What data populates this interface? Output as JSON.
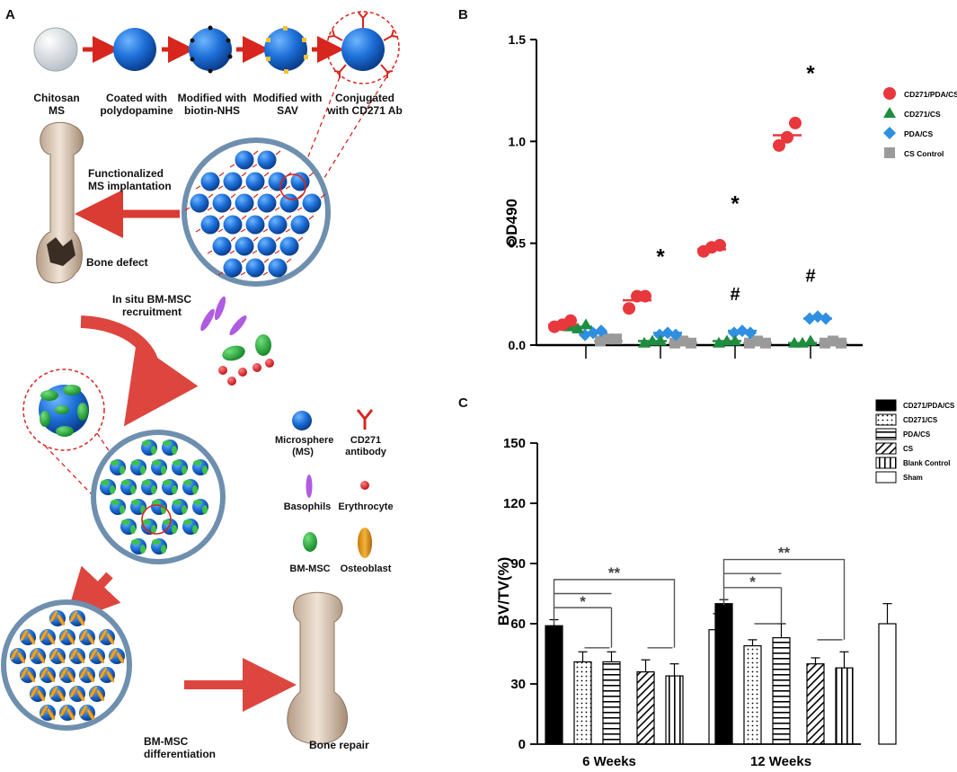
{
  "panels": {
    "a": "A",
    "b": "B",
    "c": "C"
  },
  "panelA": {
    "steps": [
      [
        "Chitosan",
        "MS"
      ],
      [
        "Coated with",
        "polydopamine"
      ],
      [
        "Modified with",
        "biotin-NHS"
      ],
      [
        "Modified with",
        "SAV"
      ],
      [
        "Conjugated",
        "with CD271 Ab"
      ]
    ],
    "implant": [
      "Functionalized",
      "MS implantation"
    ],
    "bone_defect": "Bone defect",
    "recruit": [
      "In situ BM-MSC",
      "recruitment"
    ],
    "legend": {
      "ms": [
        "Microsphere",
        "(MS)"
      ],
      "ab": [
        "CD271",
        "antibody"
      ],
      "baso": "Basophils",
      "ery": "Erythrocyte",
      "bmmsc": "BM-MSC",
      "osteo": "Osteoblast"
    },
    "diff": [
      "BM-MSC",
      "differentiation"
    ],
    "bone_repair": "Bone repair"
  },
  "chart_data": [
    {
      "type": "scatter",
      "ylabel": "OD490",
      "ylim": [
        0,
        1.5
      ],
      "yticks": [
        "0.0",
        "0.5",
        "1.0",
        "1.5"
      ],
      "groups": 4,
      "series": [
        {
          "name": "CD271/PDA/CS",
          "color": "#e8383d",
          "marker": "circle",
          "points": [
            [
              0.09,
              0.1,
              0.12
            ],
            [
              0.18,
              0.24,
              0.24
            ],
            [
              0.46,
              0.48,
              0.49
            ],
            [
              0.98,
              1.02,
              1.09
            ]
          ],
          "means": [
            0.1,
            0.22,
            0.47,
            1.03
          ]
        },
        {
          "name": "CD271/CS",
          "color": "#1f8c3f",
          "marker": "triangle",
          "points": [
            [
              0.09,
              0.08,
              0.1
            ],
            [
              0.01,
              0.02,
              0.02
            ],
            [
              0.01,
              0.02,
              0.02
            ],
            [
              0.01,
              0.01,
              0.02
            ]
          ],
          "means": [
            0.09,
            0.02,
            0.02,
            0.01
          ]
        },
        {
          "name": "PDA/CS",
          "color": "#2f8fe0",
          "marker": "diamond",
          "points": [
            [
              0.05,
              0.06,
              0.07
            ],
            [
              0.05,
              0.06,
              0.05
            ],
            [
              0.06,
              0.07,
              0.06
            ],
            [
              0.13,
              0.14,
              0.13
            ]
          ],
          "means": [
            0.06,
            0.06,
            0.07,
            0.13
          ]
        },
        {
          "name": "CS Control",
          "color": "#9a9a9a",
          "marker": "square",
          "points": [
            [
              0.02,
              0.03,
              0.03
            ],
            [
              0.01,
              0.02,
              0.01
            ],
            [
              0.01,
              0.02,
              0.01
            ],
            [
              0.01,
              0.02,
              0.01
            ]
          ],
          "means": [
            0.02,
            0.01,
            0.01,
            0.01
          ]
        }
      ],
      "annotations": [
        {
          "group": 1,
          "y": 0.4,
          "text": "*"
        },
        {
          "group": 2,
          "y": 0.66,
          "text": "*"
        },
        {
          "group": 3,
          "y": 1.3,
          "text": "*"
        },
        {
          "group": 2,
          "y": 0.22,
          "text": "#"
        },
        {
          "group": 3,
          "y": 0.31,
          "text": "#"
        }
      ]
    },
    {
      "type": "bar",
      "ylabel": "BV/TV(%)",
      "ylim": [
        0,
        150
      ],
      "yticks": [
        "0",
        "30",
        "60",
        "90",
        "120",
        "150"
      ],
      "categories": [
        "6 Weeks",
        "12 Weeks"
      ],
      "series": [
        {
          "name": "CD271/PDA/CS",
          "pattern": "solid",
          "values": [
            59,
            70
          ],
          "err": [
            3,
            2
          ]
        },
        {
          "name": "CD271/CS",
          "pattern": "dots",
          "values": [
            41,
            49
          ],
          "err": [
            5,
            3
          ]
        },
        {
          "name": "PDA/CS",
          "pattern": "hlines",
          "values": [
            41,
            53
          ],
          "err": [
            5,
            7
          ]
        },
        {
          "name": "CS",
          "pattern": "diag",
          "values": [
            36,
            40
          ],
          "err": [
            6,
            3
          ]
        },
        {
          "name": "Blank Control",
          "pattern": "vlines",
          "values": [
            34,
            38
          ],
          "err": [
            6,
            8
          ]
        },
        {
          "name": "Sham",
          "pattern": "empty",
          "values": [
            57,
            60
          ],
          "err": [
            8,
            10
          ]
        }
      ],
      "annotations": [
        {
          "text": "*"
        },
        {
          "text": "**"
        },
        {
          "text": "*"
        },
        {
          "text": "**"
        }
      ]
    }
  ]
}
